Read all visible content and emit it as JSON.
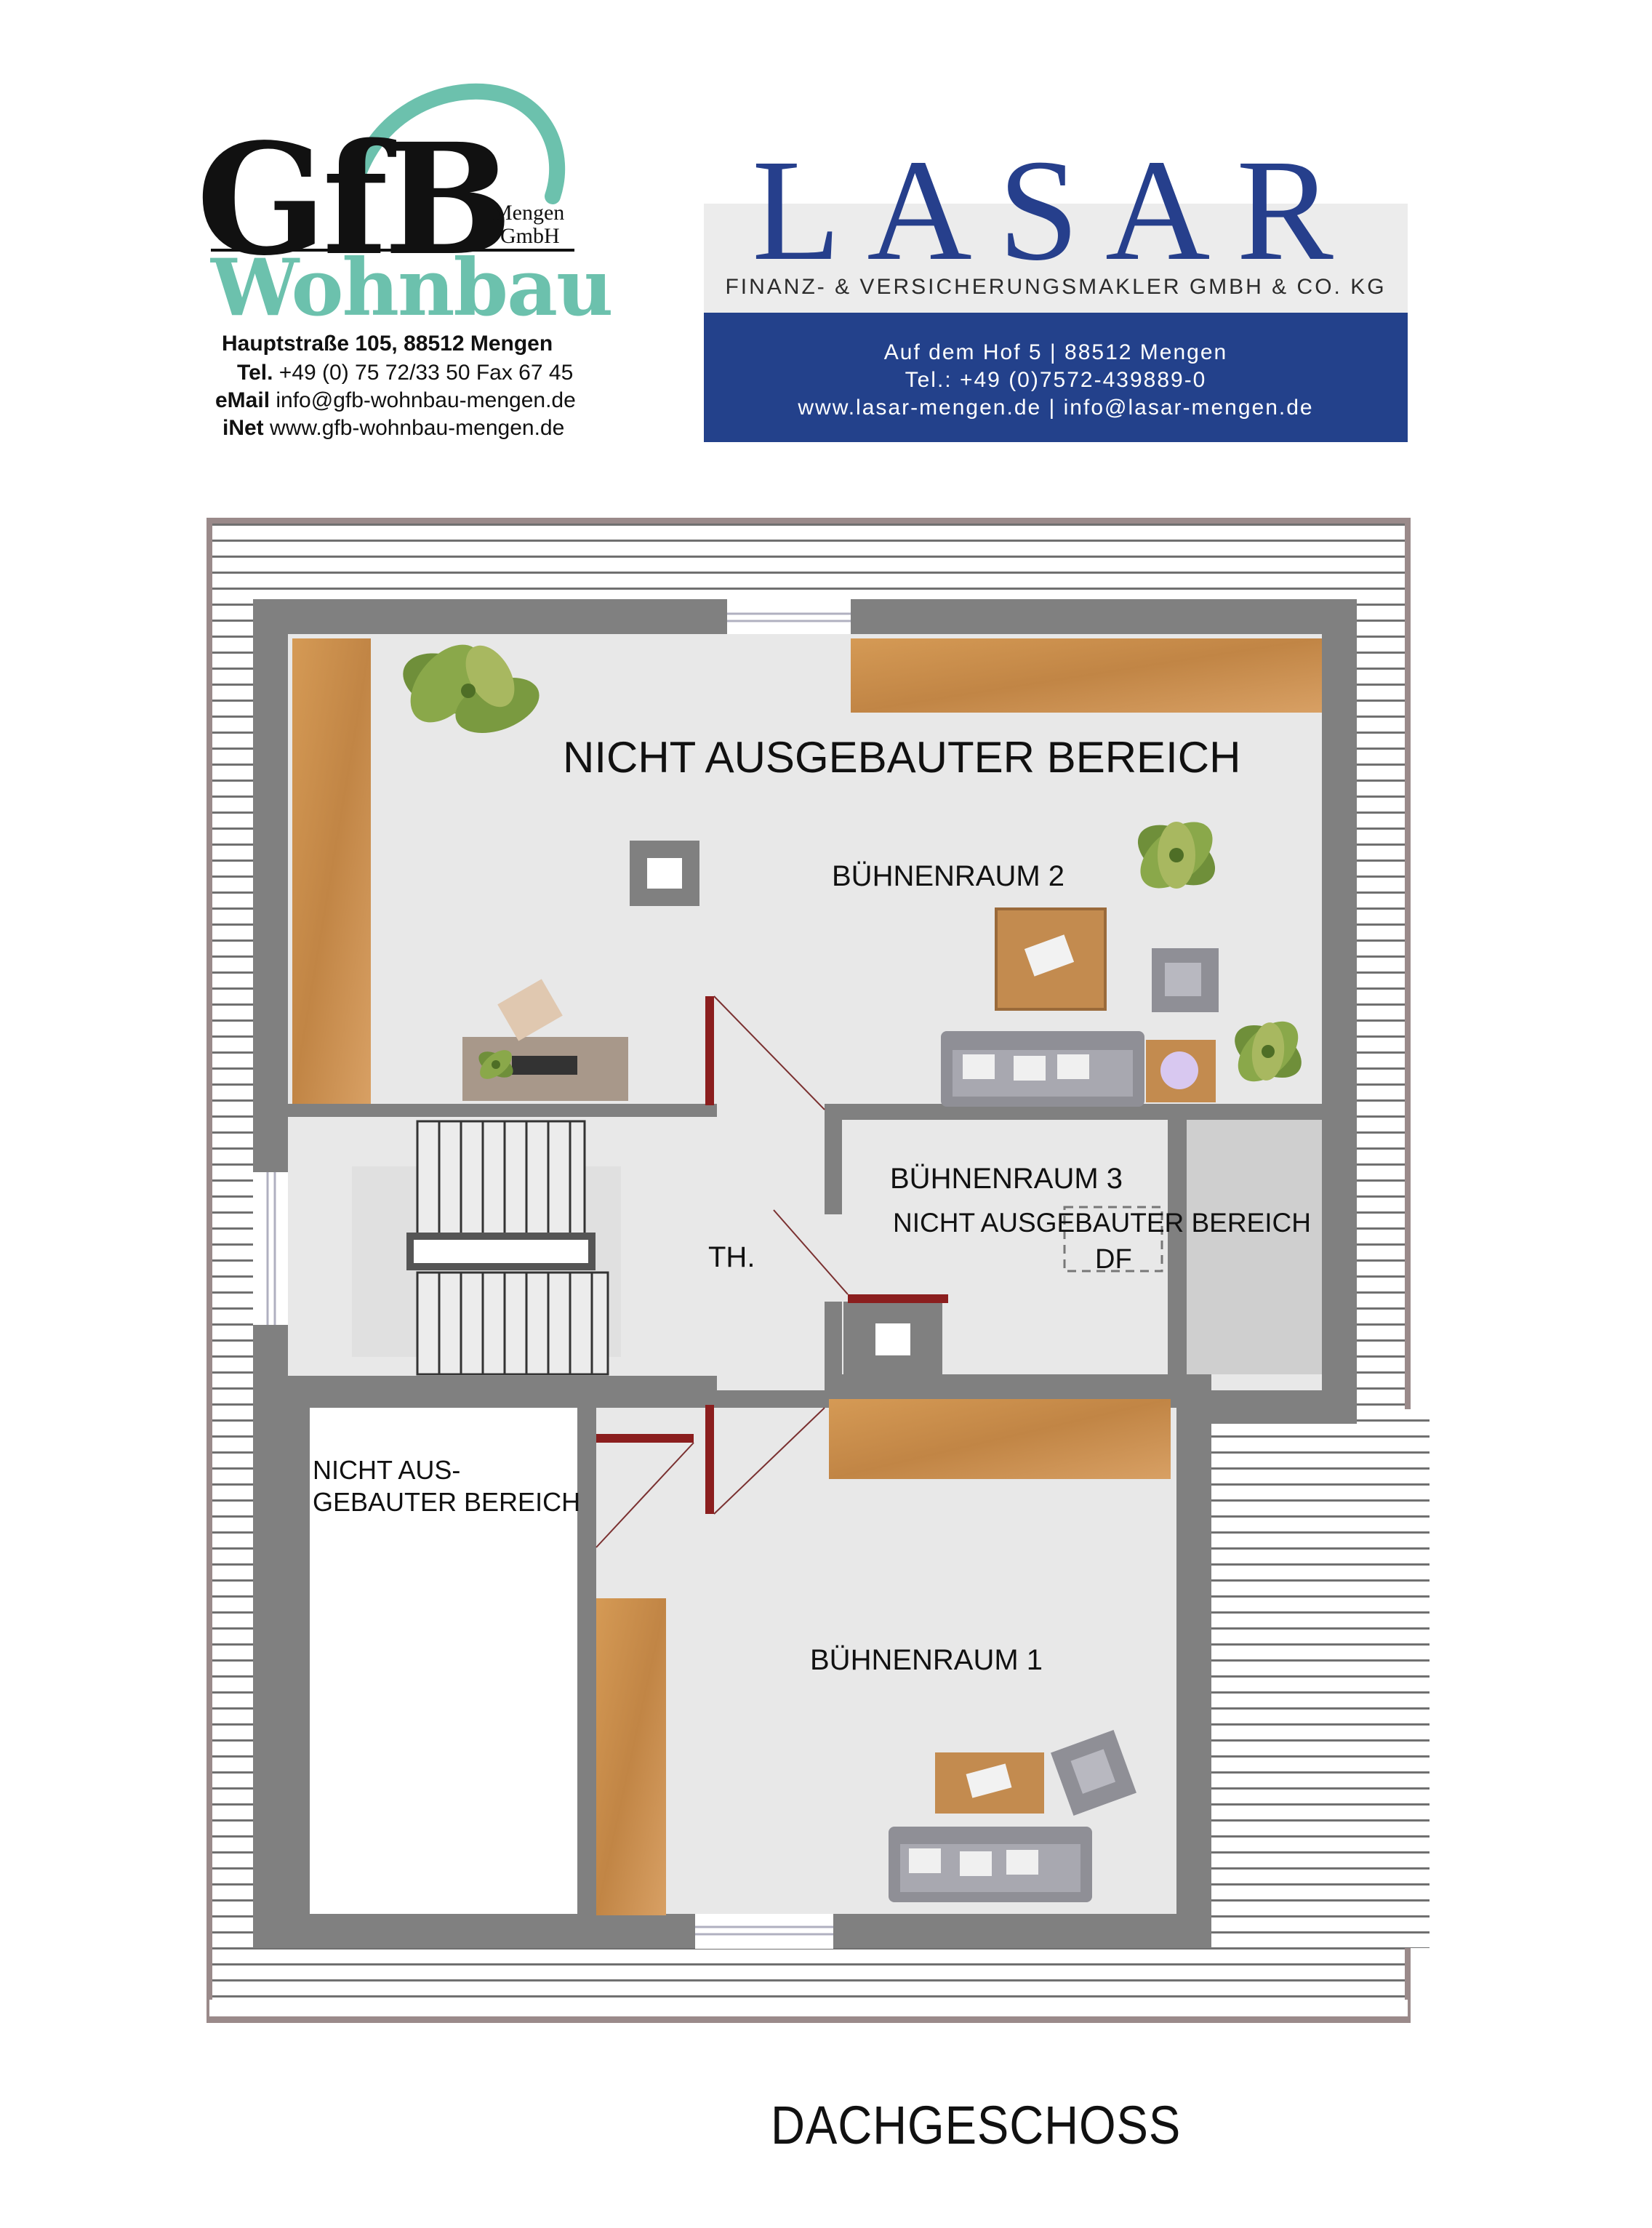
{
  "gfb": {
    "letters": "GfB",
    "mengen": "Mengen",
    "gmbh": "GmbH",
    "wohnbau": "Wohnbau",
    "address": "Hauptstraße  105, 88512 Mengen",
    "tel_label": "Tel.",
    "tel_value": "+49 (0) 75 72/33 50 Fax 67 45",
    "email_label": "eMail",
    "email_value": "info@gfb-wohnbau-mengen.de",
    "inet_label": "iNet",
    "inet_value": "www.gfb-wohnbau-mengen.de",
    "accent_color": "#6cc1ad"
  },
  "lasar": {
    "name": "LASAR",
    "subtitle": "FINANZ- & VERSICHERUNGSMAKLER GMBH & CO. KG",
    "address": "Auf dem Hof 5 | 88512 Mengen",
    "tel": "Tel.: +49 (0)7572-439889-0",
    "web": "www.lasar-mengen.de | info@lasar-mengen.de",
    "brand_color": "#23418b"
  },
  "plan": {
    "label_unbuilt_top": "NICHT AUSGEBAUTER BEREICH",
    "label_room2": "BÜHNENRAUM 2",
    "label_room3": "BÜHNENRAUM 3",
    "label_unbuilt_room3": "NICHT AUSGEBAUTER BEREICH",
    "label_df": "DF",
    "label_th": "TH.",
    "label_unbuilt_left_1": "NICHT AUS-",
    "label_unbuilt_left_2": "GEBAUTER BEREICH",
    "label_room1": "BÜHNENRAUM 1",
    "wall_color": "#808080",
    "floor_color": "#e8e8e8",
    "wood_color": "#c98f4f"
  },
  "floor_title": "DACHGESCHOSS"
}
